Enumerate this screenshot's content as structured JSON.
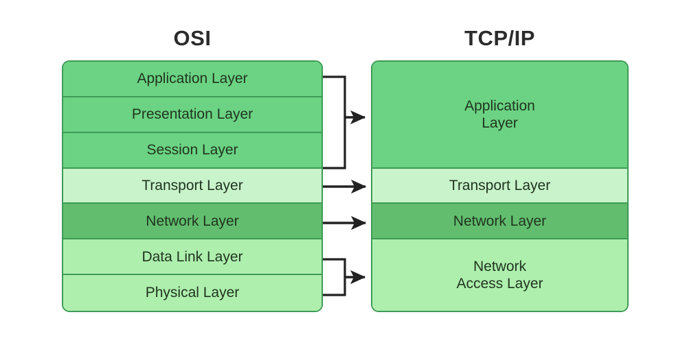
{
  "diagram": {
    "background_color": "#ffffff",
    "border_color": "#3e9b55",
    "text_color": "#20351f",
    "title_color": "#2b2b2b",
    "connector_color": "#222222"
  },
  "osi": {
    "title": "OSI",
    "layers": [
      {
        "label": "Application Layer",
        "color": "#6bd383",
        "tone": "tone-medium"
      },
      {
        "label": "Presentation Layer",
        "color": "#6bd383",
        "tone": "tone-medium"
      },
      {
        "label": "Session Layer",
        "color": "#6bd383",
        "tone": "tone-medium"
      },
      {
        "label": "Transport Layer",
        "color": "#c9f3cb",
        "tone": "tone-pale"
      },
      {
        "label": "Network Layer",
        "color": "#62bd6f",
        "tone": "tone-dark"
      },
      {
        "label": "Data Link Layer",
        "color": "#aeefae",
        "tone": "tone-light"
      },
      {
        "label": "Physical Layer",
        "color": "#aeefae",
        "tone": "tone-light"
      }
    ]
  },
  "tcpip": {
    "title": "TCP/IP",
    "layers": [
      {
        "label": "Application\nLayer",
        "color": "#6bd383",
        "tone": "tone-medium",
        "span": 3
      },
      {
        "label": "Transport Layer",
        "color": "#c9f3cb",
        "tone": "tone-pale",
        "span": 1
      },
      {
        "label": "Network Layer",
        "color": "#62bd6f",
        "tone": "tone-dark",
        "span": 1
      },
      {
        "label": "Network\nAccess Layer",
        "color": "#aeefae",
        "tone": "tone-light",
        "span": 2
      }
    ]
  },
  "mappings": [
    {
      "from": [
        "Application Layer",
        "Presentation Layer",
        "Session Layer"
      ],
      "to": "Application Layer",
      "connector": "bracket"
    },
    {
      "from": [
        "Transport Layer"
      ],
      "to": "Transport Layer",
      "connector": "arrow"
    },
    {
      "from": [
        "Network Layer"
      ],
      "to": "Network Layer",
      "connector": "arrow"
    },
    {
      "from": [
        "Data Link Layer",
        "Physical Layer"
      ],
      "to": "Network Access Layer",
      "connector": "bracket"
    }
  ]
}
